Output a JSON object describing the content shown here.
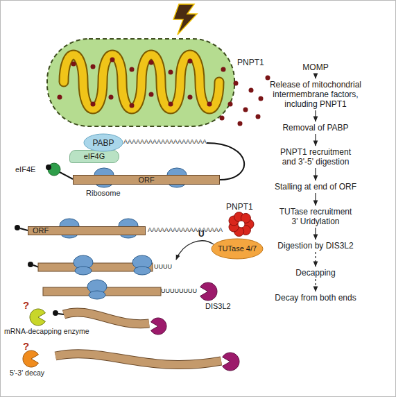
{
  "diagram": {
    "nodes": [
      {
        "text": [
          "MOMP"
        ]
      },
      {
        "text": [
          "Release of mitochondrial intermembrane factors, including PNPT1"
        ]
      },
      {
        "text": [
          "Removal of PABP"
        ]
      },
      {
        "text": [
          "PNPT1 recruitment and 3'-5' digestion"
        ]
      },
      {
        "text": [
          "Stalling at end of ORF"
        ]
      },
      {
        "text": [
          "TUTase recruitment 3' Uridylation"
        ]
      },
      {
        "text": [
          "Digestion by DIS3L2"
        ]
      },
      {
        "text": [
          "Decapping"
        ]
      },
      {
        "text": [
          "Decay from both ends"
        ]
      },
      {
        "text": [
          "PABP"
        ]
      },
      {
        "text": [
          "eIF4G"
        ]
      },
      {
        "text": [
          "ORF"
        ]
      },
      {
        "text": [
          "ORF"
        ]
      },
      {
        "text": [
          "TUTase 4/7"
        ]
      }
    ],
    "edges": [
      {
        "from": 0,
        "to": 1,
        "arrow": "to"
      },
      {
        "from": 1,
        "to": 2,
        "arrow": "to"
      },
      {
        "from": 2,
        "to": 3,
        "arrow": "to"
      },
      {
        "from": 3,
        "to": 4,
        "arrow": "to"
      },
      {
        "from": 4,
        "to": 5,
        "arrow": "to"
      },
      {
        "from": 5,
        "to": 6,
        "arrow": "to"
      },
      {
        "from": 6,
        "to": 7,
        "arrow": "to"
      },
      {
        "from": 7,
        "to": 8,
        "arrow": "to"
      }
    ],
    "labels": [
      "PNPT1",
      "eIF4E",
      "AAAAAAAAAAAAAAAAAAAA",
      "Ribosome",
      "PNPT1",
      "AAAAAAAAAAAAAAAAAA",
      "U",
      "UUUU",
      "UUUUUUUU",
      "DIS3L2",
      "?",
      "mRNA-decapping enzyme",
      "?",
      "5'-3' decay"
    ]
  }
}
